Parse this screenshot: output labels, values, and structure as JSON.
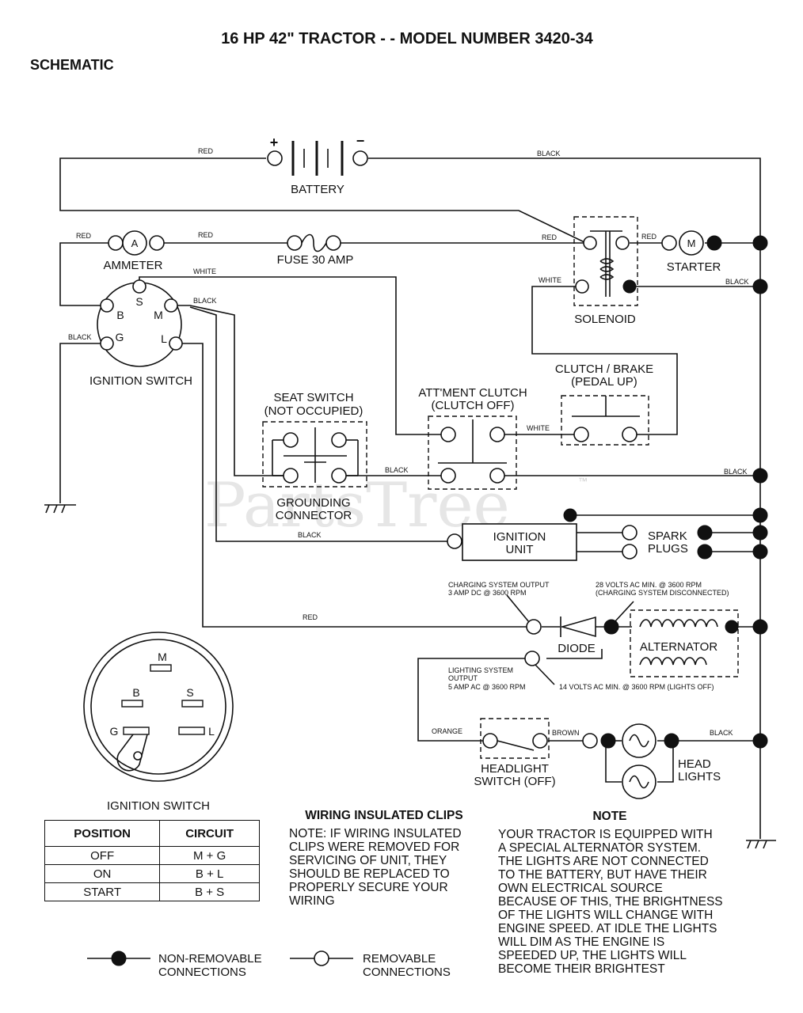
{
  "title": "16 HP 42\" TRACTOR - - MODEL NUMBER 3420-34",
  "subtitle": "SCHEMATIC",
  "watermark": "PartsTree",
  "trademark": "™",
  "components": {
    "battery": "BATTERY",
    "ammeter": "AMMETER",
    "ammeter_symbol": "A",
    "fuse": "FUSE 30 AMP",
    "starter": "STARTER",
    "starter_symbol": "M",
    "solenoid": "SOLENOID",
    "ignition_switch": "IGNITION SWITCH",
    "clutch_brake_1": "CLUTCH / BRAKE",
    "clutch_brake_2": "(PEDAL UP)",
    "attment_clutch_1": "ATT'MENT CLUTCH",
    "attment_clutch_2": "(CLUTCH OFF)",
    "seat_switch_1": "SEAT SWITCH",
    "seat_switch_2": "(NOT OCCUPIED)",
    "grounding_1": "GROUNDING",
    "grounding_2": "CONNECTOR",
    "ignition_unit_1": "IGNITION",
    "ignition_unit_2": "UNIT",
    "spark_plugs_1": "SPARK",
    "spark_plugs_2": "PLUGS",
    "diode": "DIODE",
    "alternator": "ALTERNATOR",
    "headlight_switch_1": "HEADLIGHT",
    "headlight_switch_2": "SWITCH (OFF)",
    "head_lights_1": "HEAD",
    "head_lights_2": "LIGHTS"
  },
  "terminals": {
    "s": "S",
    "b": "B",
    "m": "M",
    "g": "G",
    "l": "L"
  },
  "wires": {
    "red": "RED",
    "black": "BLACK",
    "white": "WHITE",
    "orange": "ORANGE",
    "brown": "BROWN"
  },
  "polarity": {
    "plus": "+",
    "minus": "−"
  },
  "specs": {
    "cso_1": "CHARGING SYSTEM OUTPUT",
    "cso_2": "3 AMP DC @ 3600 RPM",
    "volts_1": "28 VOLTS AC MIN. @ 3600 RPM",
    "volts_2": "(CHARGING SYSTEM DISCONNECTED)",
    "lso_1": "LIGHTING SYSTEM",
    "lso_2": "OUTPUT",
    "lso_3": "5 AMP AC @ 3600 RPM",
    "volts14": "14 VOLTS AC MIN. @ 3600 RPM (LIGHTS OFF)"
  },
  "switch_face": {
    "title": "IGNITION SWITCH",
    "m": "M",
    "b": "B",
    "s": "S",
    "g": "G",
    "l": "L"
  },
  "position_table": {
    "headers": [
      "POSITION",
      "CIRCUIT"
    ],
    "rows": [
      [
        "OFF",
        "M + G"
      ],
      [
        "ON",
        "B + L"
      ],
      [
        "START",
        "B + S"
      ]
    ]
  },
  "clips_note": {
    "heading": "WIRING INSULATED CLIPS",
    "text": "NOTE: IF WIRING INSULATED\nCLIPS WERE REMOVED FOR\nSERVICING OF UNIT, THEY\nSHOULD BE REPLACED TO\nPROPERLY SECURE YOUR\nWIRING"
  },
  "note": {
    "heading": "NOTE",
    "text": "YOUR TRACTOR IS EQUIPPED WITH\nA SPECIAL ALTERNATOR SYSTEM.\nTHE LIGHTS ARE NOT CONNECTED\nTO  THE BATTERY, BUT HAVE THEIR\nOWN ELECTRICAL SOURCE\nBECAUSE OF THIS, THE BRIGHTNESS\nOF THE LIGHTS WILL CHANGE WITH\nENGINE SPEED.  AT IDLE THE LIGHTS\nWILL DIM   AS THE ENGINE IS\nSPEEDED UP, THE LIGHTS WILL\nBECOME THEIR BRIGHTEST"
  },
  "legend": {
    "non_removable_1": "NON-REMOVABLE",
    "non_removable_2": "CONNECTIONS",
    "removable_1": "REMOVABLE",
    "removable_2": "CONNECTIONS"
  }
}
